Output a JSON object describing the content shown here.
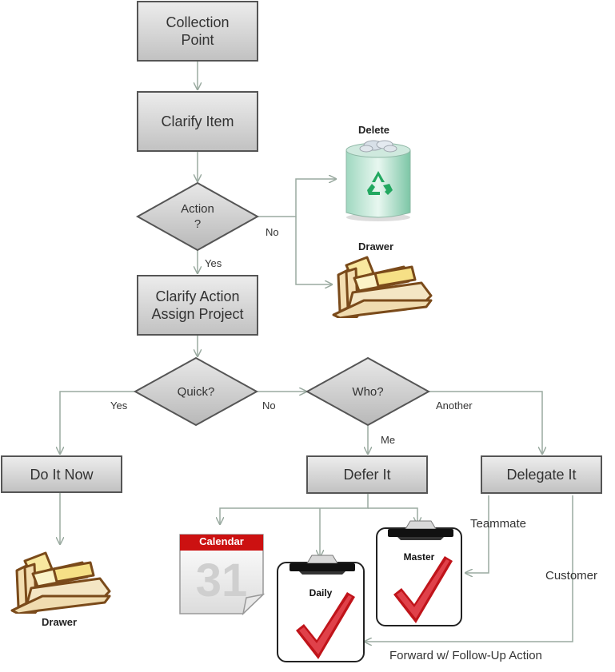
{
  "nodes": {
    "collection_point": [
      "Collection",
      "Point"
    ],
    "clarify_item": "Clarify Item",
    "action_decision": [
      "Action",
      "?"
    ],
    "clarify_action": [
      "Clarify Action",
      "Assign Project"
    ],
    "quick_decision": "Quick?",
    "who_decision": "Who?",
    "do_it_now": "Do It Now",
    "defer_it": "Defer It",
    "delegate_it": "Delegate It"
  },
  "edge_labels": {
    "action_no": "No",
    "action_yes": "Yes",
    "quick_yes": "Yes",
    "quick_no": "No",
    "who_me": "Me",
    "who_another": "Another",
    "teammate": "Teammate",
    "customer": "Customer",
    "forward": "Forward w/ Follow-Up Action"
  },
  "icons": {
    "delete_label": "Delete",
    "drawer_top_label": "Drawer",
    "drawer_bottom_label": "Drawer",
    "calendar_label": "Calendar",
    "calendar_day": "31",
    "daily_label": "Daily",
    "master_label": "Master"
  },
  "colors": {
    "box_border": "#555555",
    "connector": "#9aaaa0",
    "calendar_red": "#cc1111",
    "check_red": "#c0141a"
  }
}
